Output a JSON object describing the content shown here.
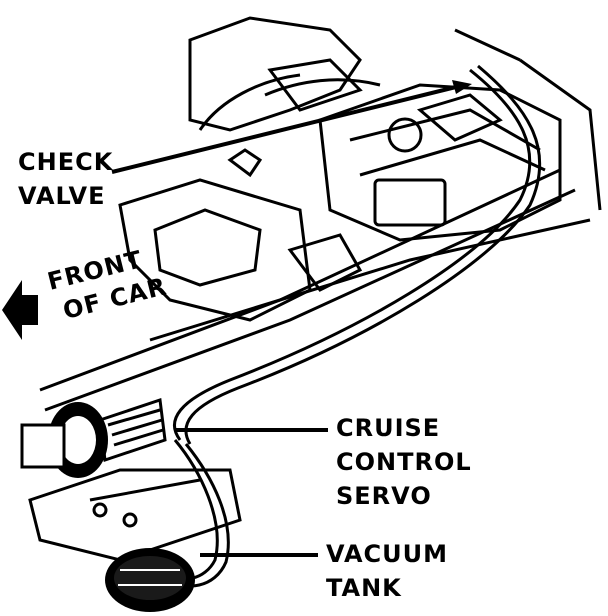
{
  "labels": {
    "check_valve": [
      "CHECK",
      "VALVE"
    ],
    "front_of_car": [
      "FRONT",
      "OF CAR"
    ],
    "cruise_control_servo": [
      "CRUISE",
      "CONTROL",
      "SERVO"
    ],
    "vacuum_tank": [
      "VACUUM",
      "TANK"
    ]
  },
  "colors": {
    "ink": "#000000",
    "paper": "#ffffff"
  }
}
